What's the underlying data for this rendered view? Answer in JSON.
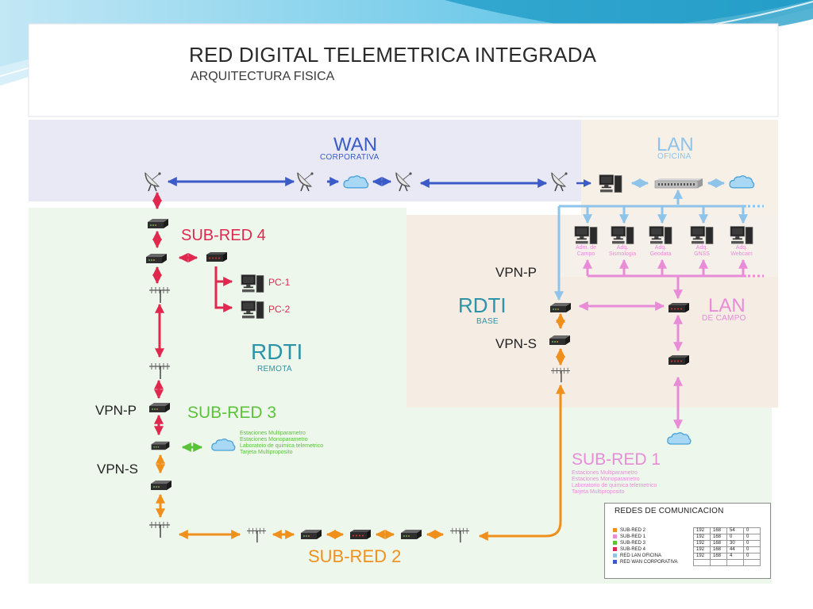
{
  "title": "RED DIGITAL TELEMETRICA INTEGRADA",
  "subtitle": "ARQUITECTURA FISICA",
  "labels": {
    "wan": "WAN",
    "wan_sub": "CORPORATIVA",
    "lan_oficina": "LAN",
    "lan_oficina_sub": "OFICINA",
    "subred4": "SUB-RED 4",
    "pc1": "PC-1",
    "pc2": "PC-2",
    "rdti_remota": "RDTI",
    "rdti_remota_sub": "REMOTA",
    "vpn_p_left": "VPN-P",
    "vpn_s_left": "VPN-S",
    "subred3": "SUB-RED 3",
    "subred3_items": [
      "Estaciones Multiparametro",
      "Estaciones Monoparametro",
      "Laboratoio de quimica telemetrico",
      "Tarjeta Multiproposito"
    ],
    "subred2": "SUB-RED 2",
    "vpn_p_right": "VPN-P",
    "vpn_s_right": "VPN-S",
    "rdti_base": "RDTI",
    "rdti_base_sub": "BASE",
    "lan_campo": "LAN",
    "lan_campo_sub": "DE CAMPO",
    "subred1": "SUB-RED 1",
    "subred1_items": [
      "Estaciones Multiparametro",
      "Estaciones Monoparametro",
      "Laboratorio de quimica telemetrico",
      "Tarjeta Multiproposito"
    ],
    "office_pcs": [
      [
        "Adm. de",
        "Campo"
      ],
      [
        "Adq.",
        "Sismologia"
      ],
      [
        "Adq.",
        "Geodata"
      ],
      [
        "Adq.",
        "GNSS"
      ],
      [
        "Adq.",
        "Webcam"
      ]
    ]
  },
  "colors": {
    "wan": "#3a5bc8",
    "lan_oficina": "#8ec3ea",
    "subred4": "#e0284f",
    "subred3": "#5cc23a",
    "subred2": "#f0901c",
    "subred1": "#e88cd8",
    "teal": "#2d93a8"
  },
  "legend": {
    "title": "REDES DE COMUNICACION",
    "rows": [
      {
        "name": "SUB-RED 2",
        "color": "#f0901c",
        "ip": [
          "192",
          "168",
          "54",
          "0"
        ]
      },
      {
        "name": "SUB-RED 1",
        "color": "#e88cd8",
        "ip": [
          "192",
          "168",
          "0",
          "0"
        ]
      },
      {
        "name": "SUB-RED 3",
        "color": "#5cc23a",
        "ip": [
          "192",
          "168",
          "30",
          "0"
        ]
      },
      {
        "name": "SUB-RED 4",
        "color": "#e0284f",
        "ip": [
          "192",
          "168",
          "44",
          "0"
        ]
      },
      {
        "name": "RED LAN OFICINA",
        "color": "#8ec3ea",
        "ip": [
          "192",
          "168",
          "4",
          "0"
        ]
      },
      {
        "name": "RED WAN CORPORATIVA",
        "color": "#3a5bc8",
        "ip": [
          "",
          "",
          "",
          ""
        ]
      }
    ]
  }
}
